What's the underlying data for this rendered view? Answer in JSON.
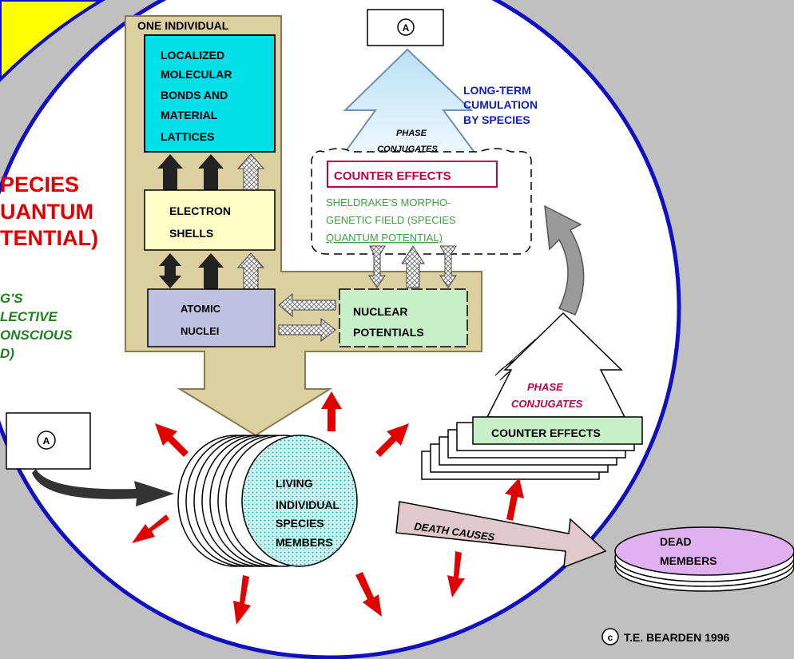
{
  "left_labels": {
    "species_lines": [
      "PECIES",
      "UANTUM",
      "TENTIAL)"
    ],
    "jung_lines": [
      "G'S",
      "LECTIVE",
      "ONSCIOUS",
      "D)"
    ]
  },
  "one_individual": {
    "title": "ONE INDIVIDUAL",
    "localized_lines": [
      "LOCALIZED",
      "MOLECULAR",
      "BONDS AND",
      "MATERIAL",
      "LATTICES"
    ],
    "electron_lines": [
      "ELECTRON",
      "SHELLS"
    ],
    "atomic_lines": [
      "ATOMIC",
      "NUCLEI"
    ],
    "nuclear_lines": [
      "NUCLEAR",
      "POTENTIALS"
    ]
  },
  "top_a_label": "A",
  "left_a_label": "A",
  "long_term_lines": [
    "LONG-TERM",
    "CUMULATION",
    "BY SPECIES"
  ],
  "phase_conjugates_top_lines": [
    "PHASE",
    "CONJUGATES"
  ],
  "counter_effects_top": "COUNTER EFFECTS",
  "sheldrake_lines": [
    "SHELDRAKE'S MORPHO-",
    "GENETIC FIELD (SPECIES",
    "QUANTUM POTENTIAL)"
  ],
  "phase_conjugates_right_lines": [
    "PHASE",
    "CONJUGATES"
  ],
  "counter_effects_right": "COUNTER EFFECTS",
  "living_lines": [
    "LIVING",
    "INDIVIDUAL",
    "SPECIES",
    "MEMBERS"
  ],
  "death_causes": "DEATH CAUSES",
  "dead_lines": [
    "DEAD",
    "MEMBERS"
  ],
  "copyright_symbol": "c",
  "copyright_text": "T.E. BEARDEN 1996",
  "colors": {
    "background": "#c0c0c0",
    "circle_border": "#1010c0",
    "yellow": "#ffff00",
    "beige": "#ddd0a0",
    "cyan": "#00e0e8",
    "light_yellow": "#ffffc8",
    "lavender": "#c0c0e0",
    "light_green": "#c8f0c8",
    "red_arrow": "#e00000",
    "species_red": "#e00000",
    "jung_green": "#208020",
    "long_term_blue": "#1020c0",
    "counter_red": "#c00040",
    "sheldrake_green": "#40a040",
    "dead_violet": "#e0b0f0"
  }
}
